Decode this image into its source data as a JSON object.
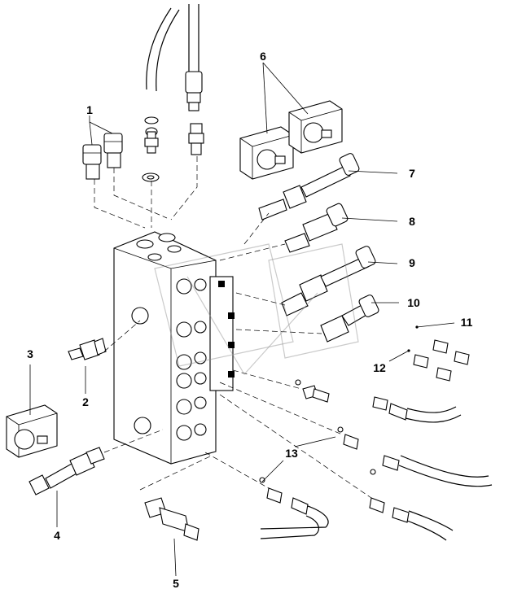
{
  "diagram": {
    "callouts": [
      "1",
      "2",
      "3",
      "4",
      "5",
      "6",
      "7",
      "8",
      "9",
      "10",
      "11",
      "12",
      "13"
    ]
  },
  "colors": {
    "ink": "#000000",
    "background": "#ffffff",
    "watermark": "#8a8a8a"
  }
}
